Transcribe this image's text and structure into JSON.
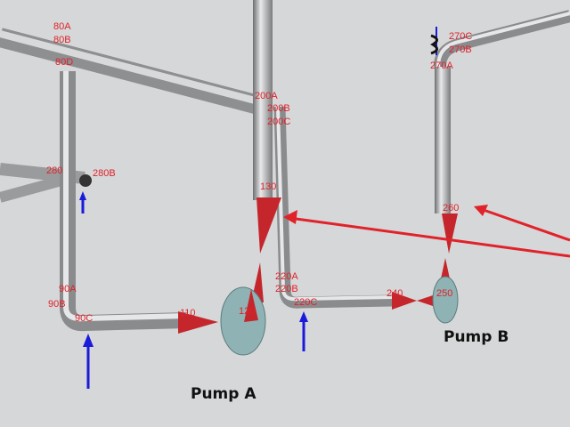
{
  "pump_labels": {
    "pump_a": "Pump A",
    "pump_b": "Pump B"
  },
  "node_labels": {
    "n80a": "80A",
    "n80b": "80B",
    "n80d": "80D",
    "n280": "280",
    "n280b": "280B",
    "n90a": "90A",
    "n90b": "90B",
    "n90c": "90C",
    "n110": "110",
    "n120": "120",
    "n130": "130",
    "n200a": "200A",
    "n200b": "200B",
    "n200c": "200C",
    "n220a": "220A",
    "n220b": "220B",
    "n220c": "220C",
    "n240": "240",
    "n250": "250",
    "n260": "260",
    "n270a": "270A",
    "n270b": "270B",
    "n270c": "270C"
  },
  "colors": {
    "background": "#d6d7d8",
    "pipe": "#b8b9ba",
    "label": "#e0222a",
    "flow_arrow": "#1a1adb",
    "pump": "#8fb3b5",
    "pointer": "#e0222a"
  }
}
